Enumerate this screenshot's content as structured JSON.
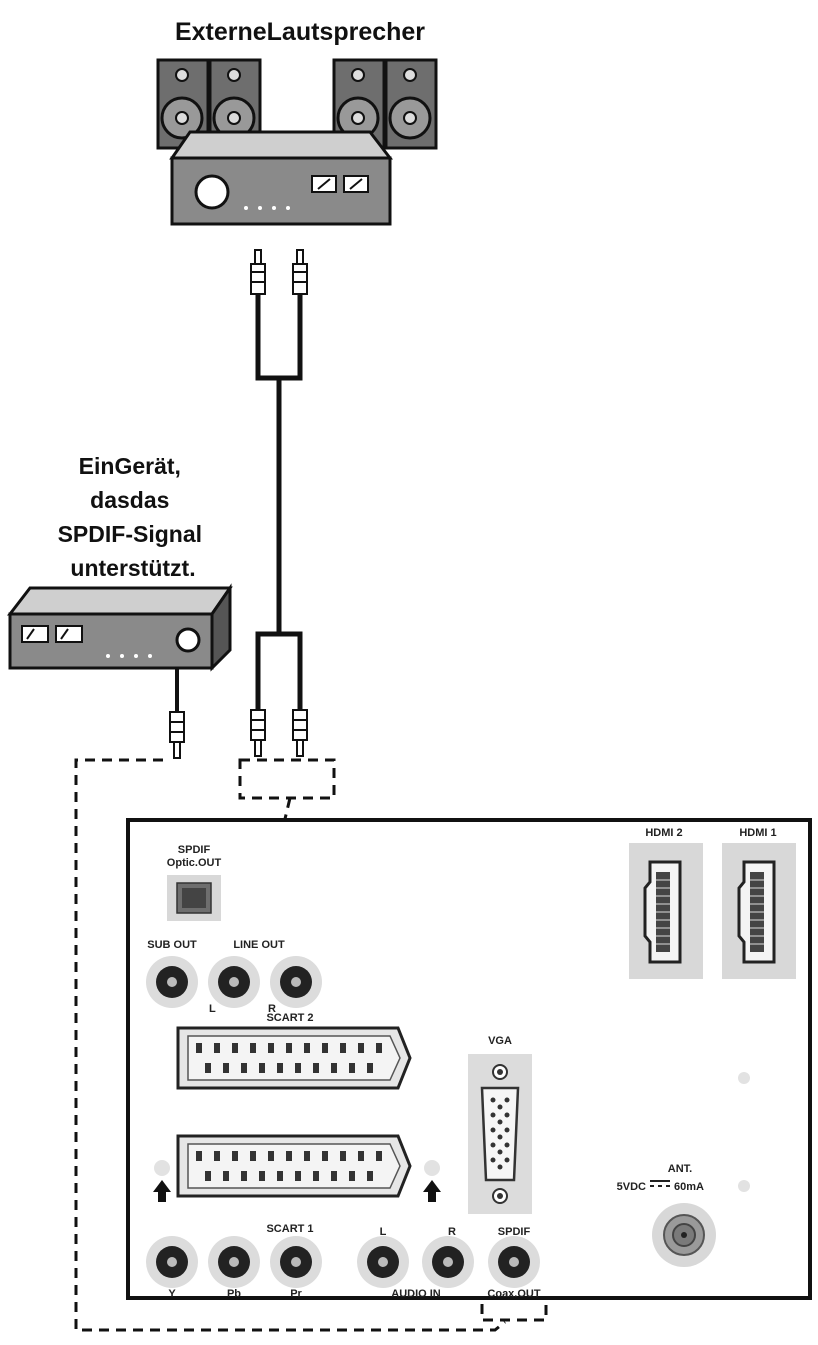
{
  "labels": {
    "speakers_title": "ExterneLautsprecher",
    "spdif_device_line1": "EinGerät,",
    "spdif_device_line2": "dasdas",
    "spdif_device_line3": "SPDIF-Signal",
    "spdif_device_line4": "unterstützt."
  },
  "panel": {
    "spdif_optic_line1": "SPDIF",
    "spdif_optic_line2": "Optic.OUT",
    "sub_out": "SUB OUT",
    "line_out": "LINE OUT",
    "line_l": "L",
    "line_r": "R",
    "scart2": "SCART 2",
    "scart1": "SCART 1",
    "vga": "VGA",
    "hdmi2": "HDMI 2",
    "hdmi1": "HDMI 1",
    "ant_label": "ANT.",
    "power_left": "5VDC",
    "power_right": "60mA",
    "y": "Y",
    "pb": "Pb",
    "pr": "Pr",
    "audio_l": "L",
    "audio_r": "R",
    "audio_in": "AUDIO IN",
    "spdif": "SPDIF",
    "coax_out": "Coax.OUT"
  }
}
